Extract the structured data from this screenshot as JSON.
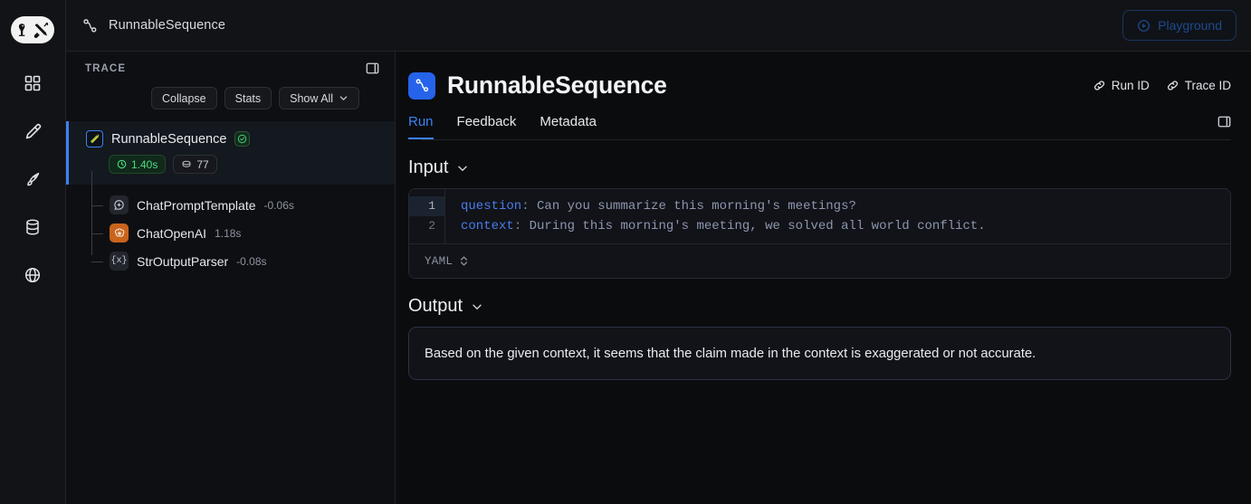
{
  "app": {
    "logo_name": "langchain-logo",
    "brand_color": "#3b82f6"
  },
  "breadcrumb": {
    "icon": "sequence-icon",
    "label": "RunnableSequence"
  },
  "rail": {
    "items": [
      {
        "icon": "grid-dashboard-icon",
        "name": "projects"
      },
      {
        "icon": "pencil-icon",
        "name": "prompts"
      },
      {
        "icon": "rocket-icon",
        "name": "deployments"
      },
      {
        "icon": "database-icon",
        "name": "datasets"
      },
      {
        "icon": "globe-icon",
        "name": "hub"
      }
    ]
  },
  "topbar": {
    "playground_label": "Playground",
    "playground_icon": "play-circle-icon"
  },
  "trace": {
    "label": "TRACE",
    "panel_toggle_icon": "panel-layout-icon",
    "buttons": [
      {
        "label": "Collapse",
        "name": "collapse-button"
      },
      {
        "label": "Stats",
        "name": "stats-button"
      },
      {
        "label": "Show All",
        "name": "show-all-button",
        "icon": "chevron-down-icon"
      }
    ],
    "root": {
      "name": "RunnableSequence",
      "icon": "langchain-parrot-icon",
      "status": "success",
      "status_icon": "check-circle-icon",
      "duration": "1.40s",
      "duration_icon": "clock-icon",
      "tokens": "77",
      "tokens_icon": "token-coin-icon"
    },
    "children": [
      {
        "name": "ChatPromptTemplate",
        "duration": "-0.06s",
        "icon": "chat-plus-icon"
      },
      {
        "name": "ChatOpenAI",
        "duration": "1.18s",
        "icon": "openai-icon"
      },
      {
        "name": "StrOutputParser",
        "duration": "-0.08s",
        "icon": "braces-x-icon"
      }
    ]
  },
  "main": {
    "icon": "sequence-icon",
    "title": "RunnableSequence",
    "links": [
      {
        "label": "Run ID",
        "icon": "link-icon",
        "name": "run-id-link"
      },
      {
        "label": "Trace ID",
        "icon": "link-icon",
        "name": "trace-id-link"
      }
    ],
    "tabs": [
      {
        "label": "Run",
        "active": true
      },
      {
        "label": "Feedback",
        "active": false
      },
      {
        "label": "Metadata",
        "active": false
      }
    ],
    "tabs_tool_icon": "panel-layout-icon",
    "input": {
      "title": "Input",
      "collapse_icon": "chevron-down-icon",
      "format": "YAML",
      "format_icon": "chevron-updown-icon",
      "lines": [
        {
          "num": "1",
          "key": "question",
          "punct": ":",
          "value": "Can you summarize this morning's meetings?"
        },
        {
          "num": "2",
          "key": "context",
          "punct": ":",
          "value": "During this morning's meeting, we solved all world conflict."
        }
      ]
    },
    "output": {
      "title": "Output",
      "collapse_icon": "chevron-down-icon",
      "text": "Based on the given context, it seems that the claim made in the context is exaggerated or not accurate."
    }
  }
}
